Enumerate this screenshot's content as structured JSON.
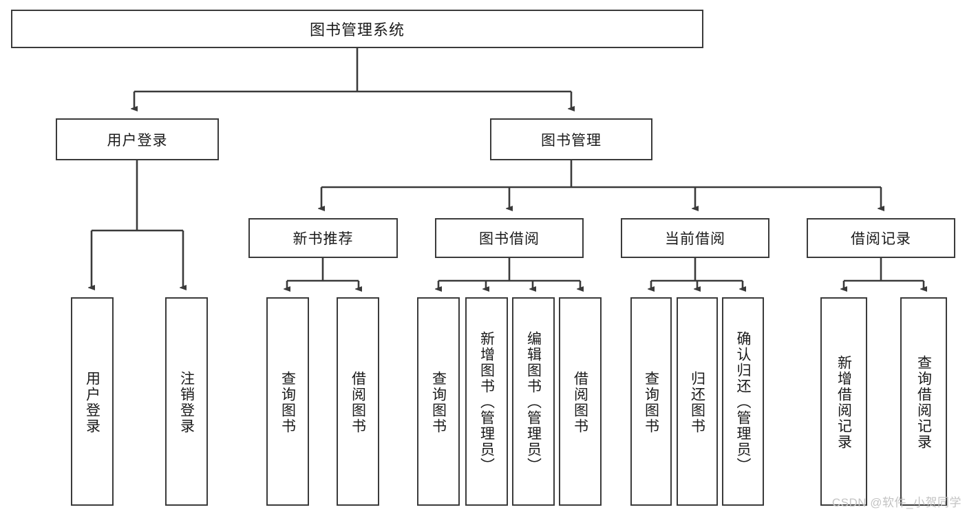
{
  "diagram": {
    "type": "hierarchy-tree",
    "title": "图书管理系统",
    "watermark": "CSDN @软件_小贺同学",
    "colors": {
      "background": "#ffffff",
      "stroke": "#3a3a3a",
      "text": "#1a1a1a",
      "watermark": "#c3c3c3"
    },
    "nodes": {
      "root": {
        "label": "图书管理系统"
      },
      "level2": [
        {
          "label": "用户登录"
        },
        {
          "label": "图书管理"
        }
      ],
      "level3": [
        {
          "label": "新书推荐"
        },
        {
          "label": "图书借阅"
        },
        {
          "label": "当前借阅"
        },
        {
          "label": "借阅记录"
        }
      ],
      "leaves_user_login": [
        {
          "label": "用户登录"
        },
        {
          "label": "注销登录"
        }
      ],
      "leaves_new_books": [
        {
          "label": "查询图书"
        },
        {
          "label": "借阅图书"
        }
      ],
      "leaves_borrow": [
        {
          "label": "查询图书"
        },
        {
          "label": "新增图书（管理员）"
        },
        {
          "label": "编辑图书（管理员）"
        },
        {
          "label": "借阅图书"
        }
      ],
      "leaves_current": [
        {
          "label": "查询图书"
        },
        {
          "label": "归还图书"
        },
        {
          "label": "确认归还（管理员）"
        }
      ],
      "leaves_records": [
        {
          "label": "新增借阅记录"
        },
        {
          "label": "查询借阅记录"
        }
      ]
    }
  }
}
